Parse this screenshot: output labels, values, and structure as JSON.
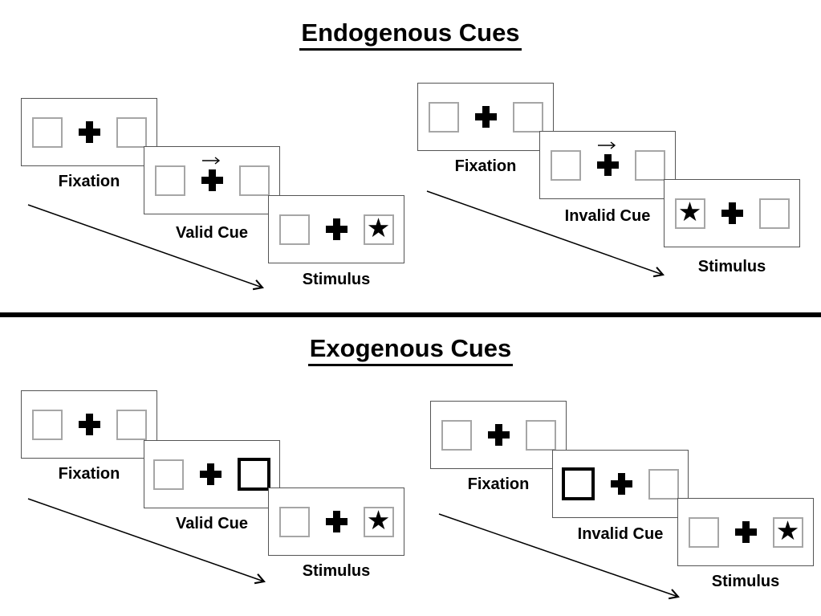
{
  "page": {
    "background": "#ffffff"
  },
  "colors": {
    "panel_border": "#545454",
    "box_border": "#a6a6a6",
    "cue_highlight_border": "#000000",
    "text": "#000000",
    "divider": "#000000"
  },
  "icons": {
    "fixation_cross": "plus-icon",
    "endogenous_cue": "arrow-right-icon",
    "exogenous_cue": "highlighted-box",
    "target": "star-icon",
    "star_glyph": "★",
    "timeline": "diagonal-arrow"
  },
  "sections": {
    "endogenous": {
      "title": "Endogenous Cues",
      "valid": {
        "steps": [
          {
            "label": "Fixation",
            "left_box": "empty",
            "center": "plus",
            "right_box": "empty"
          },
          {
            "label": "Valid Cue",
            "left_box": "empty",
            "center": "plus-with-right-arrow",
            "right_box": "empty"
          },
          {
            "label": "Stimulus",
            "left_box": "empty",
            "center": "plus",
            "right_box": "star"
          }
        ]
      },
      "invalid": {
        "steps": [
          {
            "label": "Fixation",
            "left_box": "empty",
            "center": "plus",
            "right_box": "empty"
          },
          {
            "label": "Invalid Cue",
            "left_box": "empty",
            "center": "plus-with-right-arrow",
            "right_box": "empty"
          },
          {
            "label": "Stimulus",
            "left_box": "star",
            "center": "plus",
            "right_box": "empty"
          }
        ]
      }
    },
    "exogenous": {
      "title": "Exogenous Cues",
      "valid": {
        "steps": [
          {
            "label": "Fixation",
            "left_box": "empty",
            "center": "plus",
            "right_box": "empty"
          },
          {
            "label": "Valid Cue",
            "left_box": "empty",
            "center": "plus",
            "right_box": "highlighted"
          },
          {
            "label": "Stimulus",
            "left_box": "empty",
            "center": "plus",
            "right_box": "star"
          }
        ]
      },
      "invalid": {
        "steps": [
          {
            "label": "Fixation",
            "left_box": "empty",
            "center": "plus",
            "right_box": "empty"
          },
          {
            "label": "Invalid Cue",
            "left_box": "highlighted",
            "center": "plus",
            "right_box": "empty"
          },
          {
            "label": "Stimulus",
            "left_box": "empty",
            "center": "plus",
            "right_box": "star"
          }
        ]
      }
    }
  }
}
